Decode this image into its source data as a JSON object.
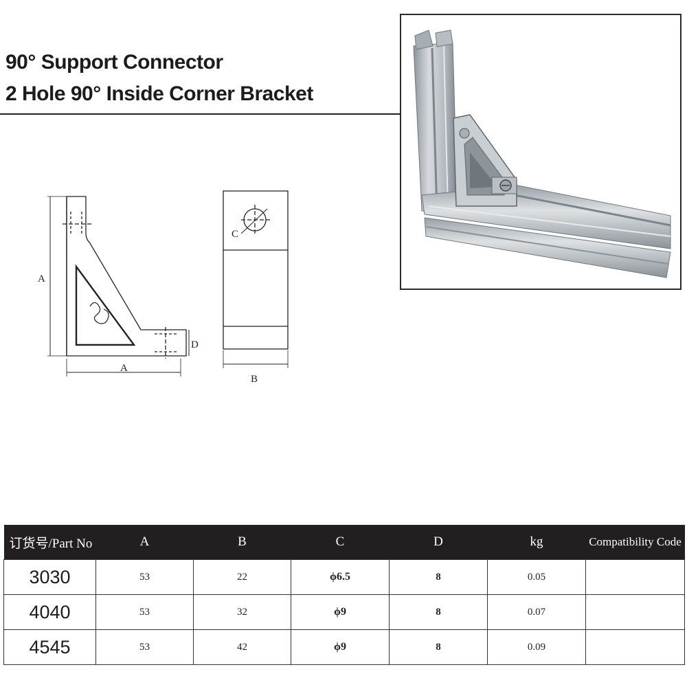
{
  "header": {
    "title_line1": "90° Support Connector",
    "title_line2": "2 Hole 90° Inside Corner Bracket"
  },
  "drawing": {
    "label_A_vertical": "A",
    "label_A_horizontal": "A",
    "label_B": "B",
    "label_C": "C",
    "label_D": "D"
  },
  "table": {
    "headers": [
      "订货号/Part No",
      "A",
      "B",
      "C",
      "D",
      "kg",
      "Compatibility Code"
    ],
    "rows": [
      {
        "part": "3030",
        "a": "53",
        "b": "22",
        "c": "ϕ6.5",
        "d": "8",
        "kg": "0.05",
        "compat": ""
      },
      {
        "part": "4040",
        "a": "53",
        "b": "32",
        "c": "ϕ9",
        "d": "8",
        "kg": "0.07",
        "compat": ""
      },
      {
        "part": "4545",
        "a": "53",
        "b": "42",
        "c": "ϕ9",
        "d": "8",
        "kg": "0.09",
        "compat": ""
      }
    ]
  },
  "colors": {
    "table_header_bg": "#231e1f",
    "metal": "#c4c9cd"
  }
}
